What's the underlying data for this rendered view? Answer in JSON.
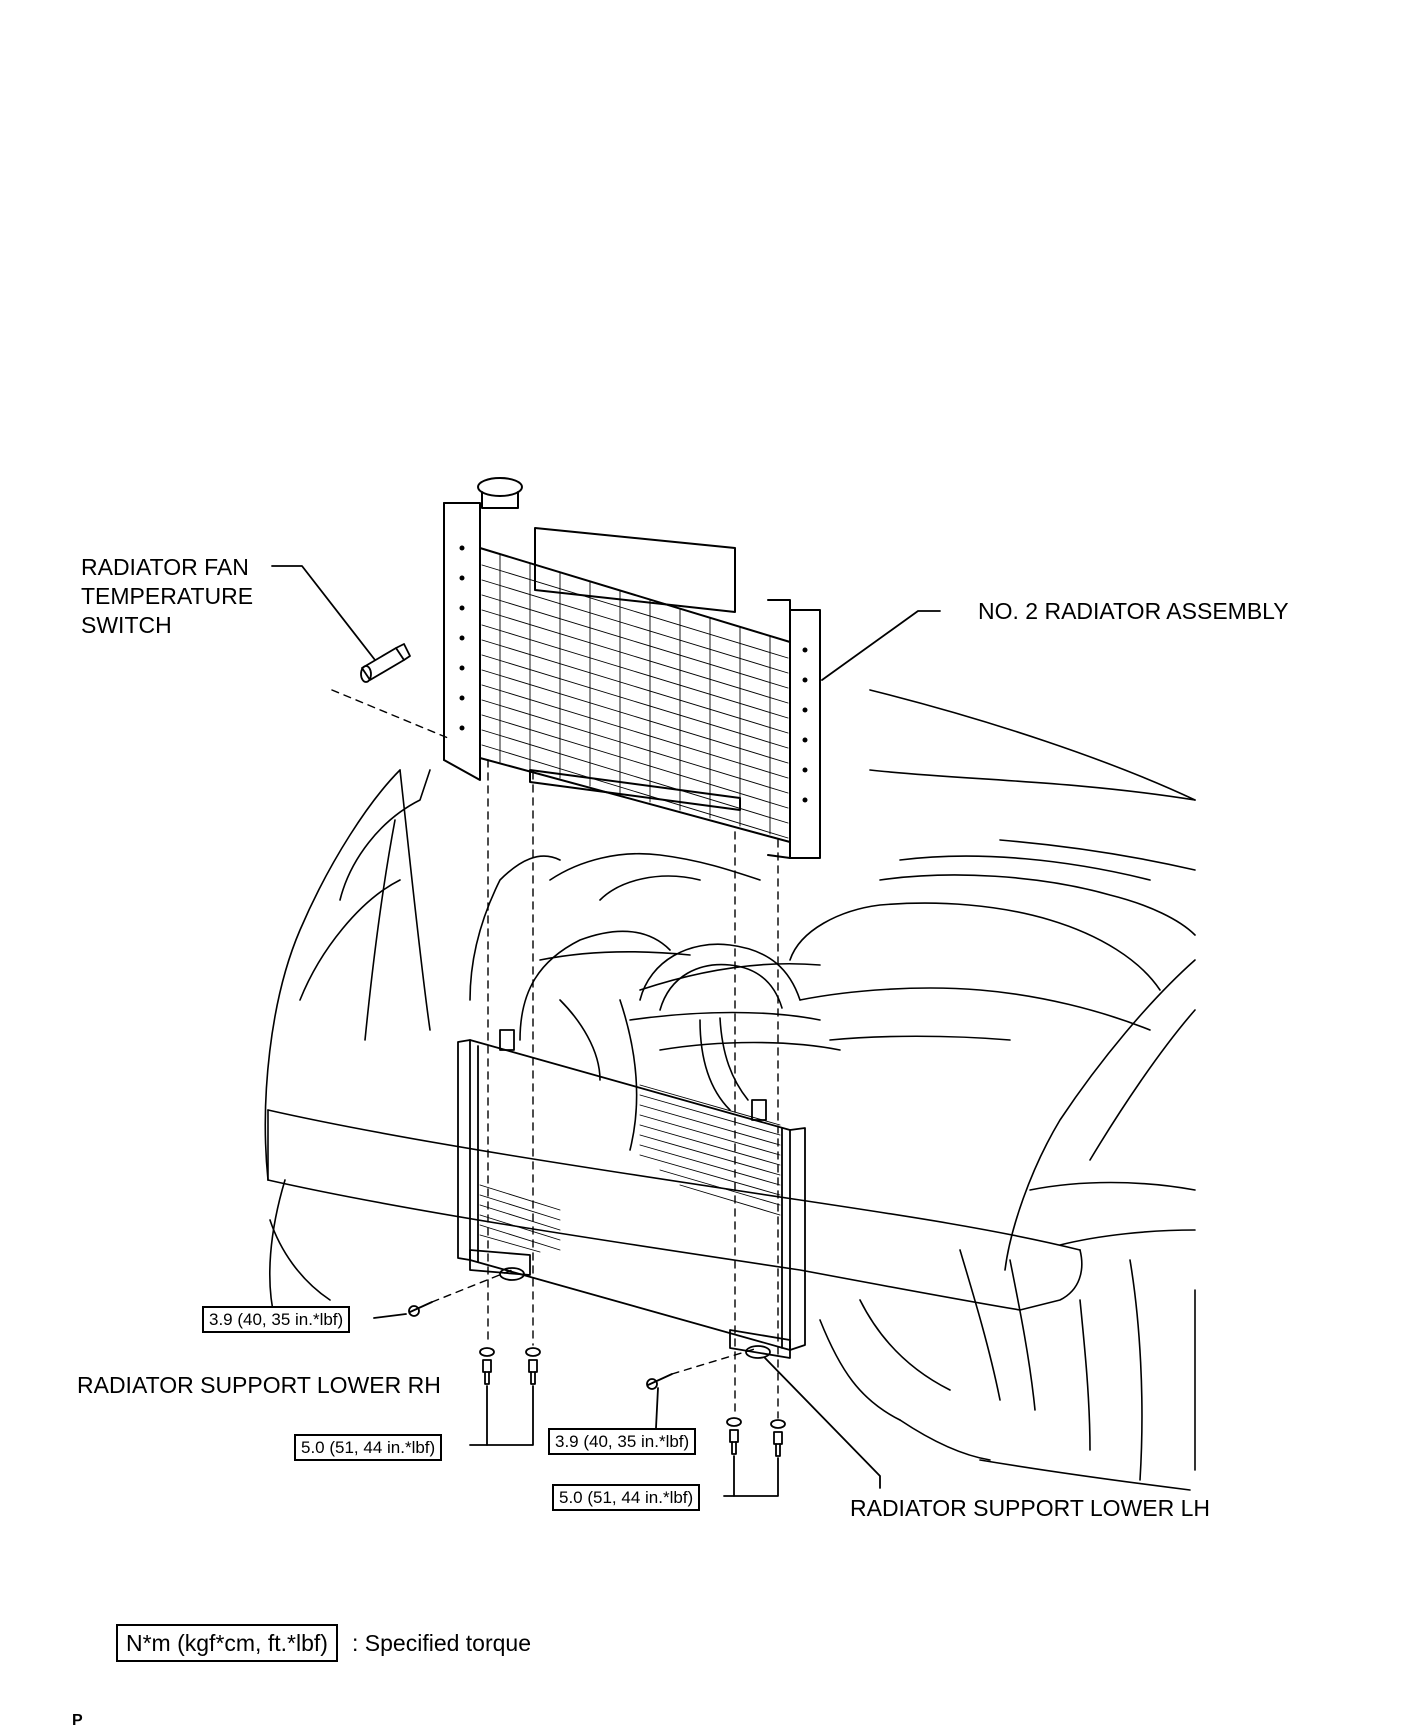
{
  "labels": {
    "fan_switch": "RADIATOR FAN\nTEMPERATURE\nSWITCH",
    "no2_radiator": "NO. 2 RADIATOR ASSEMBLY",
    "support_rh": "RADIATOR SUPPORT LOWER RH",
    "support_lh": "RADIATOR SUPPORT LOWER LH"
  },
  "torques": {
    "rh_side_bolt": "3.9 (40, 35 in.*lbf)",
    "rh_bottom_bolts": "5.0 (51, 44 in.*lbf)",
    "lh_side_bolt": "3.9 (40, 35 in.*lbf)",
    "lh_bottom_bolts": "5.0 (51, 44 in.*lbf)"
  },
  "legend": {
    "unit_box": "N*m (kgf*cm, ft.*lbf)",
    "description": ": Specified torque"
  },
  "page_mark": "P"
}
